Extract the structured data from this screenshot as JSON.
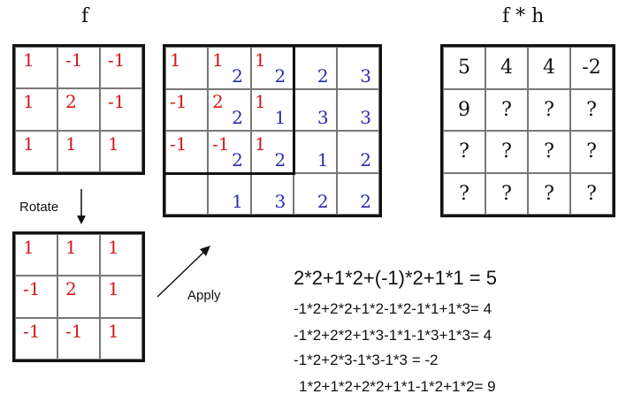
{
  "titles": {
    "f": "f",
    "fh": "f * h"
  },
  "labels": {
    "rotate": "Rotate",
    "apply": "Apply"
  },
  "f_matrix": [
    [
      "1",
      "-1",
      "-1"
    ],
    [
      "1",
      "2",
      "-1"
    ],
    [
      "1",
      "1",
      "1"
    ]
  ],
  "rotated_matrix": [
    [
      "1",
      "1",
      "1"
    ],
    [
      "-1",
      "2",
      "1"
    ],
    [
      "-1",
      "-1",
      "1"
    ]
  ],
  "image_h": [
    [
      "",
      "2",
      "2",
      "2",
      "3"
    ],
    [
      "",
      "2",
      "1",
      "3",
      "3"
    ],
    [
      "",
      "2",
      "2",
      "1",
      "2"
    ],
    [
      "",
      "1",
      "3",
      "2",
      "2"
    ]
  ],
  "kernel_overlay": [
    [
      "1",
      "1",
      "1"
    ],
    [
      "-1",
      "2",
      "1"
    ],
    [
      "-1",
      "-1",
      "1"
    ]
  ],
  "result_matrix": [
    [
      "5",
      "4",
      "4",
      "-2"
    ],
    [
      "9",
      "?",
      "?",
      "?"
    ],
    [
      "?",
      "?",
      "?",
      "?"
    ],
    [
      "?",
      "?",
      "?",
      "?"
    ]
  ],
  "equations": [
    "2*2+1*2+(-1)*2+1*1 = 5",
    "-1*2+2*2+1*2-1*2-1*1+1*3= 4",
    "-1*2+2*2+1*3-1*1-1*3+1*3= 4",
    "-1*2+2*3-1*3-1*3 =  -2",
    "1*2+1*2+2*2+1*1-1*2+1*2= 9"
  ],
  "colors": {
    "kernel": "#d61616",
    "image": "#2a2ab0",
    "grid": "#111111"
  }
}
